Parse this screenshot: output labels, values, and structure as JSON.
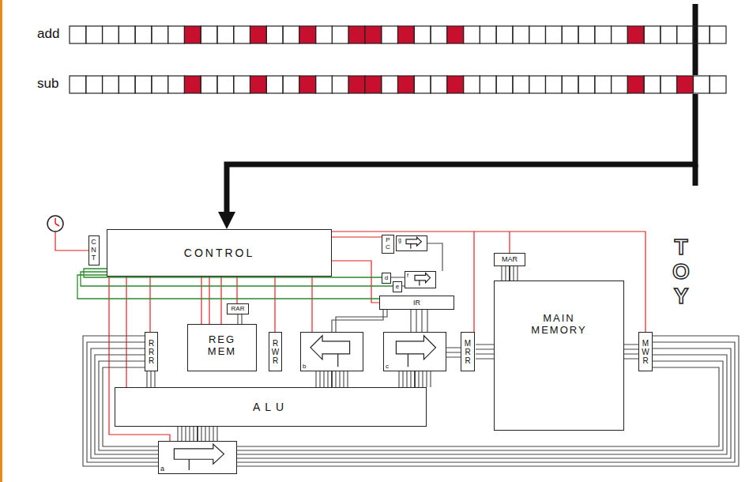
{
  "diagram": {
    "nodes": [
      {
        "text": [
          "add"
        ]
      },
      {
        "text": [
          "sub"
        ]
      },
      {
        "text": [
          "CNT"
        ]
      },
      {
        "text": [
          "CONTROL"
        ]
      },
      {
        "text": [
          "PC"
        ]
      },
      {
        "text": [
          "g"
        ]
      },
      {
        "text": [
          "MAR"
        ]
      },
      {
        "text": [
          "d"
        ]
      },
      {
        "text": [
          "e"
        ]
      },
      {
        "text": [
          "f"
        ]
      },
      {
        "text": [
          "IR"
        ]
      },
      {
        "text": [
          "RAR"
        ]
      },
      {
        "text": [
          "RRR"
        ]
      },
      {
        "text": [
          "REG MEM"
        ]
      },
      {
        "text": [
          "RWR"
        ]
      },
      {
        "text": [
          "b"
        ]
      },
      {
        "text": [
          "c"
        ]
      },
      {
        "text": [
          "MRR"
        ]
      },
      {
        "text": [
          "MAIN MEMORY"
        ]
      },
      {
        "text": [
          "MWR"
        ]
      },
      {
        "text": [
          "ALU"
        ]
      },
      {
        "text": [
          "a"
        ]
      }
    ],
    "edges": [
      {
        "from": 1,
        "to": 3,
        "arrow": "to"
      },
      {
        "from": 20,
        "to": 21,
        "arrow": "none"
      },
      {
        "from": 15,
        "to": 20,
        "arrow": "none"
      },
      {
        "from": 16,
        "to": 20,
        "arrow": "none"
      },
      {
        "from": 6,
        "to": 18,
        "arrow": "none"
      }
    ],
    "labels": [
      "TOY"
    ]
  }
}
